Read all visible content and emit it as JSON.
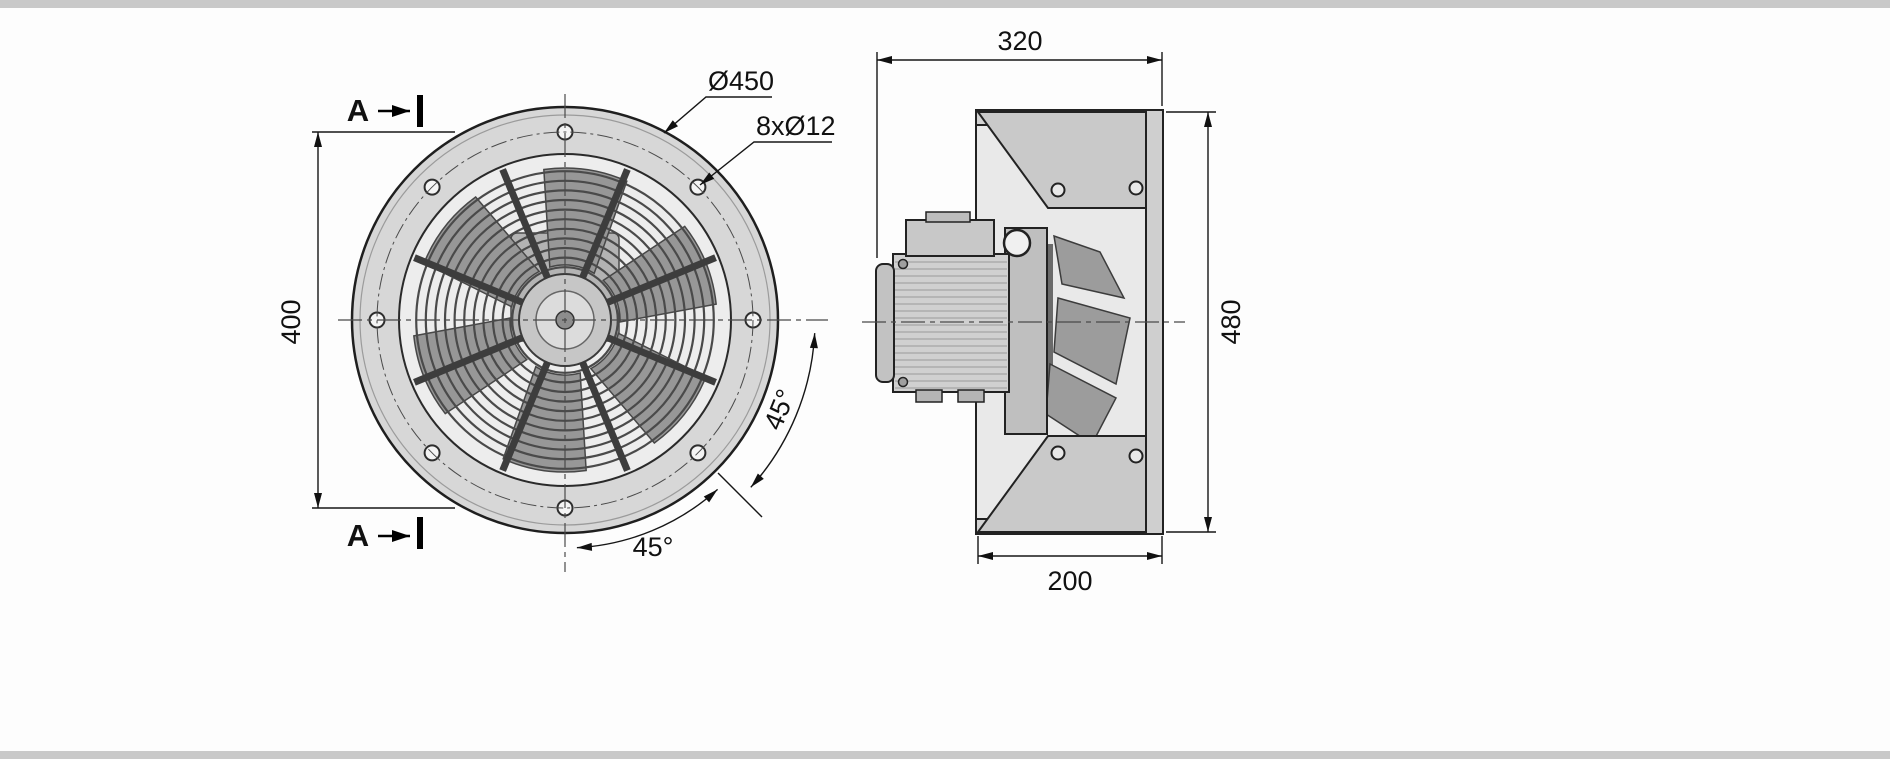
{
  "front_view": {
    "section_marker_top": "A",
    "section_marker_bottom": "A",
    "labels": {
      "outer_diameter": "Ø450",
      "mounting_holes": "8xØ12",
      "bolt_circle": "400",
      "angle_upper": "45°",
      "angle_lower": "45°"
    }
  },
  "side_view": {
    "labels": {
      "overall_depth": "320",
      "overall_height": "480",
      "casing_depth": "200"
    }
  },
  "colors": {
    "line": "#1a1a1a",
    "flange_fill": "#d7d7d7",
    "bracket_fill": "#c9c9c9",
    "blade_fill": "#979797",
    "background": "#fdfdfd",
    "edge_strip": "#c9c9c9"
  }
}
